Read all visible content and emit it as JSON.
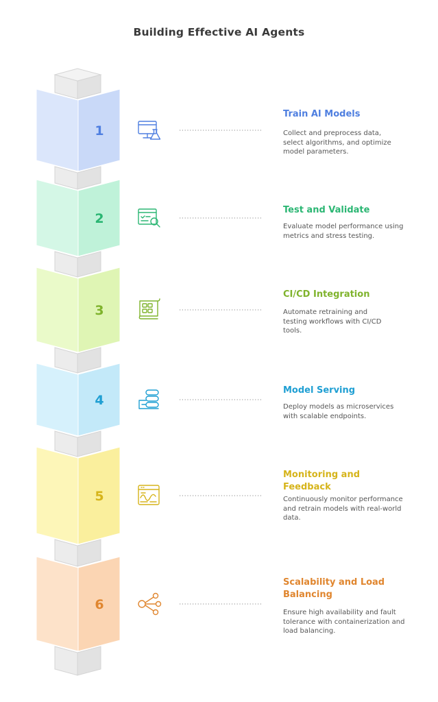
{
  "title": "Building Effective AI Agents",
  "steps": [
    {
      "number": "1",
      "title": "Train AI Models",
      "description": "Collect and preprocess data, select algorithms, and optimize model parameters.",
      "color": "#4f7fe0",
      "fill_front": "#dbe6fb",
      "fill_side": "#c9d9f8",
      "fill_top": "#e9f0fd",
      "icon": "computer-flask-icon"
    },
    {
      "number": "2",
      "title": "Test and Validate",
      "description": "Evaluate model performance using metrics and stress testing.",
      "color": "#2bb673",
      "fill_front": "#d4f7e6",
      "fill_side": "#bff2d9",
      "fill_top": "#e6fbf1",
      "icon": "checklist-magnifier-icon"
    },
    {
      "number": "3",
      "title": "CI/CD Integration",
      "description": "Automate retraining and testing workflows with CI/CD tools.",
      "color": "#7fb32c",
      "fill_front": "#eafac9",
      "fill_side": "#dff5b4",
      "fill_top": "#f3fce0",
      "icon": "pipeline-board-icon"
    },
    {
      "number": "4",
      "title": "Model Serving",
      "description": "Deploy models as microservices with scalable endpoints.",
      "color": "#1f9fd3",
      "fill_front": "#d6f1fc",
      "fill_side": "#c3e9f9",
      "fill_top": "#e7f7fd",
      "icon": "server-stack-icon"
    },
    {
      "number": "5",
      "title": "Monitoring and Feedback",
      "description": "Continuously monitor performance and retrain models with real-world data.",
      "color": "#d6b41a",
      "fill_front": "#fdf6b8",
      "fill_side": "#faef9d",
      "fill_top": "#fef9d6",
      "icon": "monitor-graph-icon"
    },
    {
      "number": "6",
      "title": "Scalability and Load Balancing",
      "description": "Ensure high availability and fault tolerance with containerization and load balancing.",
      "color": "#e0862f",
      "fill_front": "#fde2c9",
      "fill_side": "#fbd5b3",
      "fill_top": "#feeddf",
      "icon": "network-share-icon"
    }
  ]
}
